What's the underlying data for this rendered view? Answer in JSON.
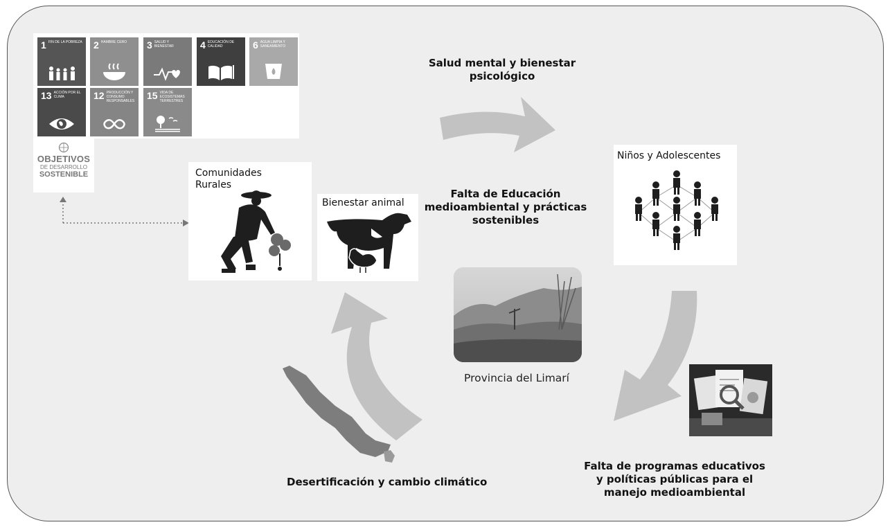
{
  "sdg_tiles": [
    {
      "number": "1",
      "label": "Fin de la pobreza",
      "color": "#555555",
      "icon": "family-icon"
    },
    {
      "number": "2",
      "label": "Hambre cero",
      "color": "#8f8f8f",
      "icon": "bowl-icon"
    },
    {
      "number": "3",
      "label": "Salud y bienestar",
      "color": "#7a7a7a",
      "icon": "heartbeat-icon"
    },
    {
      "number": "4",
      "label": "Educación de calidad",
      "color": "#3f3f3f",
      "icon": "book-icon"
    },
    {
      "number": "6",
      "label": "Agua limpia y saneamiento",
      "color": "#a9a9a9",
      "icon": "water-drop-icon"
    },
    {
      "number": "13",
      "label": "Acción por el clima",
      "color": "#4a4a4a",
      "icon": "eye-globe-icon"
    },
    {
      "number": "12",
      "label": "Producción y consumo responsables",
      "color": "#858585",
      "icon": "infinity-icon"
    },
    {
      "number": "15",
      "label": "Vida de ecosistemas terrestres",
      "color": "#8a8a8a",
      "icon": "tree-icon"
    }
  ],
  "sdg_logo": {
    "line1": "OBJETIVOS",
    "line2": "DE DESARROLLO",
    "line3": "SOSTENIBLE"
  },
  "cards": {
    "rural": "Comunidades Rurales",
    "animal": "Bienestar animal",
    "youth": "Niños y Adolescentes",
    "limari": "Provincia del Limarí"
  },
  "labels": {
    "mental_health": "Salud mental y bienestar psicológico",
    "education": "Falta de Educación medioambiental y prácticas sostenibles",
    "desertification": "Desertificación y cambio climático",
    "programs": "Falta de programas educativos y políticas públicas para el manejo medioambiental"
  },
  "colors": {
    "frame_bg": "#eeeeee",
    "arrow": "#c2c2c2",
    "dark": "#1e1e1e"
  }
}
